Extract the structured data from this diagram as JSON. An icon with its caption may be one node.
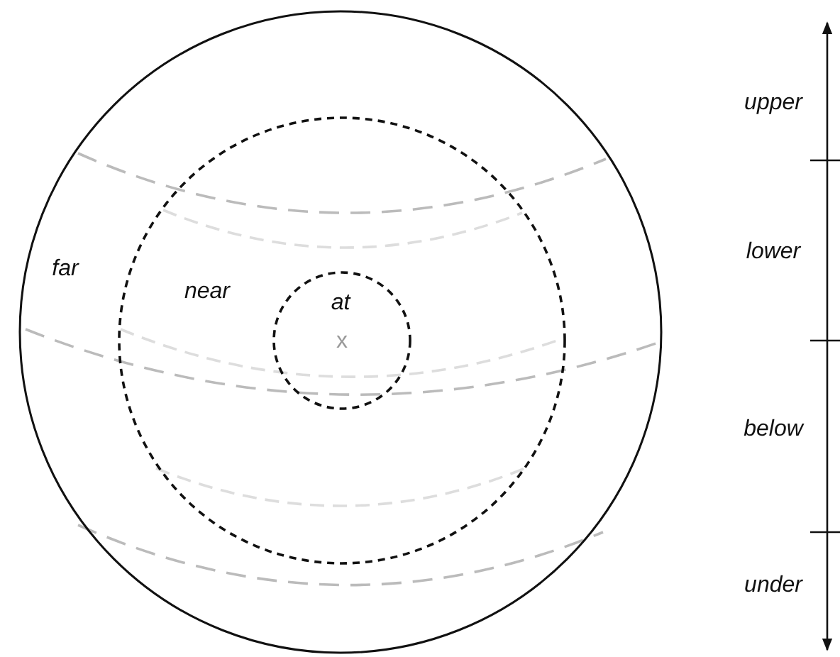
{
  "diagram": {
    "nodes": [
      {
        "text": [
          "far"
        ]
      },
      {
        "text": [
          "near"
        ],
        "in": 0
      },
      {
        "text": [
          "at"
        ],
        "in": 1
      }
    ],
    "labels": [
      "x",
      "upper",
      "lower",
      "below",
      "under"
    ]
  }
}
